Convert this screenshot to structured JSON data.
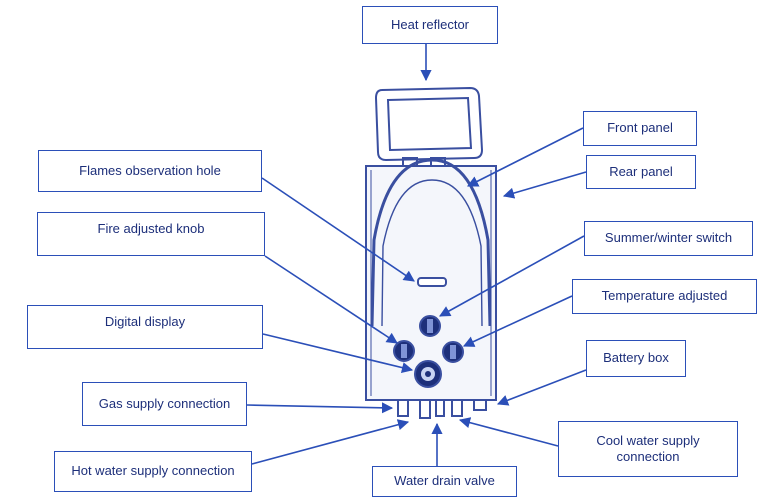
{
  "diagram": {
    "labels": {
      "heat_reflector": "Heat reflector",
      "front_panel": "Front panel",
      "rear_panel": "Rear panel",
      "flames_observation_hole": "Flames observation hole",
      "fire_adjusted_knob": "Fire adjusted knob",
      "summer_winter_switch": "Summer/winter switch",
      "temperature_adjusted": "Temperature adjusted",
      "digital_display": "Digital display",
      "battery_box": "Battery box",
      "gas_supply_connection": "Gas supply connection",
      "cool_water_supply_line1": "Cool water supply",
      "cool_water_supply_line2": "connection",
      "hot_water_supply_connection": "Hot water supply connection",
      "water_drain_valve": "Water drain valve"
    },
    "colors": {
      "line": "#2b4fb8",
      "text": "#1d2f7a",
      "device": "#3a4fa0"
    }
  }
}
